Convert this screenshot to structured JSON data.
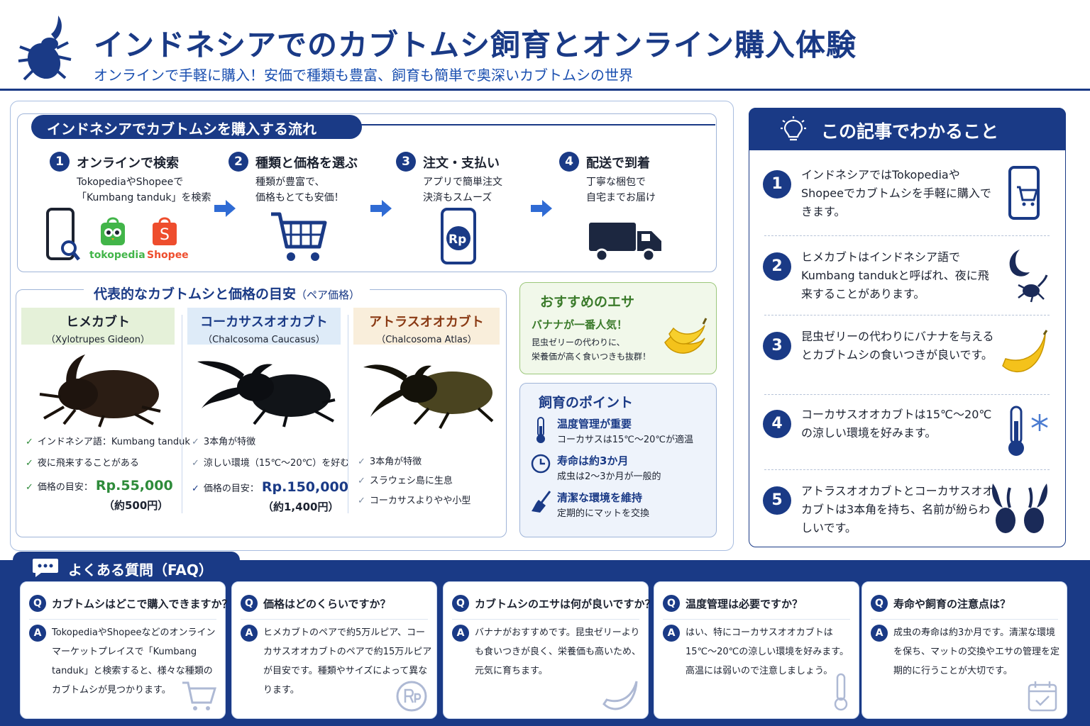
{
  "header": {
    "title": "インドネシアでのカブトムシ飼育とオンライン購入体験",
    "subtitle": "オンラインで手軽に購入！安価で種類も豊富、飼育も簡単で奥深いカブトムシの世界"
  },
  "flow": {
    "title": "インドネシアでカブトムシを購入する流れ",
    "steps": [
      {
        "num": "1",
        "title": "オンラインで検索",
        "line1": "TokopediaやShopeeで",
        "line2": "「Kumbang tanduk」を検索"
      },
      {
        "num": "2",
        "title": "種類と価格を選ぶ",
        "line1": "種類が豊富で、",
        "line2": "価格もとても安価！"
      },
      {
        "num": "3",
        "title": "注文・支払い",
        "line1": "アプリで簡単注文",
        "line2": "決済もスムーズ"
      },
      {
        "num": "4",
        "title": "配送で到着",
        "line1": "丁寧な梱包で",
        "line2": "自宅までお届け"
      }
    ],
    "tokopedia": "tokopedia",
    "shopee": "Shopee",
    "rp": "Rp"
  },
  "beetles": {
    "title": "代表的なカブトムシと価格の目安",
    "title_note": "（ペア価格）",
    "items": [
      {
        "name": "ヒメカブト",
        "latin": "（Xylotrupes Gideon）",
        "points": [
          "インドネシア語：Kumbang tanduk",
          "夜に飛来することがある"
        ],
        "price_label": "価格の目安：",
        "price": "Rp.55,000",
        "yen": "（約500円）"
      },
      {
        "name": "コーカサスオオカブト",
        "latin": "（Chalcosoma Caucasus）",
        "points": [
          "3本角が特徴",
          "涼しい環境（15℃〜20℃）を好む"
        ],
        "price_label": "価格の目安：",
        "price": "Rp.150,000",
        "yen": "（約1,400円）"
      },
      {
        "name": "アトラスオオカブト",
        "latin": "（Chalcosoma Atlas）",
        "points": [
          "3本角が特徴",
          "スラウェシ島に生息",
          "コーカサスよりやや小型"
        ]
      }
    ],
    "check": "✓"
  },
  "food": {
    "title": "おすすめのエサ",
    "subtitle": "バナナが一番人気！",
    "line1": "昆虫ゼリーの代わりに、",
    "line2": "栄養価が高く食いつきも抜群！"
  },
  "care": {
    "title": "飼育のポイント",
    "items": [
      {
        "title": "温度管理が重要",
        "desc": "コーカサスは15℃〜20℃が適温"
      },
      {
        "title": "寿命は約3か月",
        "desc": "成虫は2〜3か月が一般的"
      },
      {
        "title": "清潔な環境を維持",
        "desc": "定期的にマットを交換"
      }
    ]
  },
  "learn": {
    "title": "この記事でわかること",
    "items": [
      {
        "num": "1",
        "text": "インドネシアではTokopediaやShopeeでカブトムシを手軽に購入できます。"
      },
      {
        "num": "2",
        "text": "ヒメカブトはインドネシア語でKumbang tandukと呼ばれ、夜に飛来することがあります。"
      },
      {
        "num": "3",
        "text": "昆虫ゼリーの代わりにバナナを与えるとカブトムシの食いつきが良いです。"
      },
      {
        "num": "4",
        "text": "コーカサスオオカブトは15℃〜20℃の涼しい環境を好みます。"
      },
      {
        "num": "5",
        "text": "アトラスオオカブトとコーカサスオオカブトは3本角を持ち、名前が紛らわしいです。"
      }
    ]
  },
  "faq": {
    "title": "よくある質問（FAQ）",
    "q": "Q",
    "a": "A",
    "items": [
      {
        "q": "カブトムシはどこで購入できますか？",
        "a": "TokopediaやShopeeなどのオンラインマーケットプレイスで「Kumbang tanduk」と検索すると、様々な種類のカブトムシが見つかります。"
      },
      {
        "q": "価格はどのくらいですか？",
        "a": "ヒメカブトのペアで約5万ルピア、コーカサスオオカブトのペアで約15万ルピアが目安です。種類やサイズによって異なります。"
      },
      {
        "q": "カブトムシのエサは何が良いですか？",
        "a": "バナナがおすすめです。昆虫ゼリーよりも食いつきが良く、栄養価も高いため、元気に育ちます。"
      },
      {
        "q": "温度管理は必要ですか？",
        "a": "はい、特にコーカサスオオカブトは15℃〜20℃の涼しい環境を好みます。高温には弱いので注意しましょう。"
      },
      {
        "q": "寿命や飼育の注意点は？",
        "a": "成虫の寿命は約3か月です。清潔な環境を保ち、マットの交換やエサの管理を定期的に行うことが大切です。"
      }
    ]
  },
  "colors": {
    "navy": "#1a3a86",
    "green": "#2e8b3a",
    "banana": "#f4c21b"
  }
}
